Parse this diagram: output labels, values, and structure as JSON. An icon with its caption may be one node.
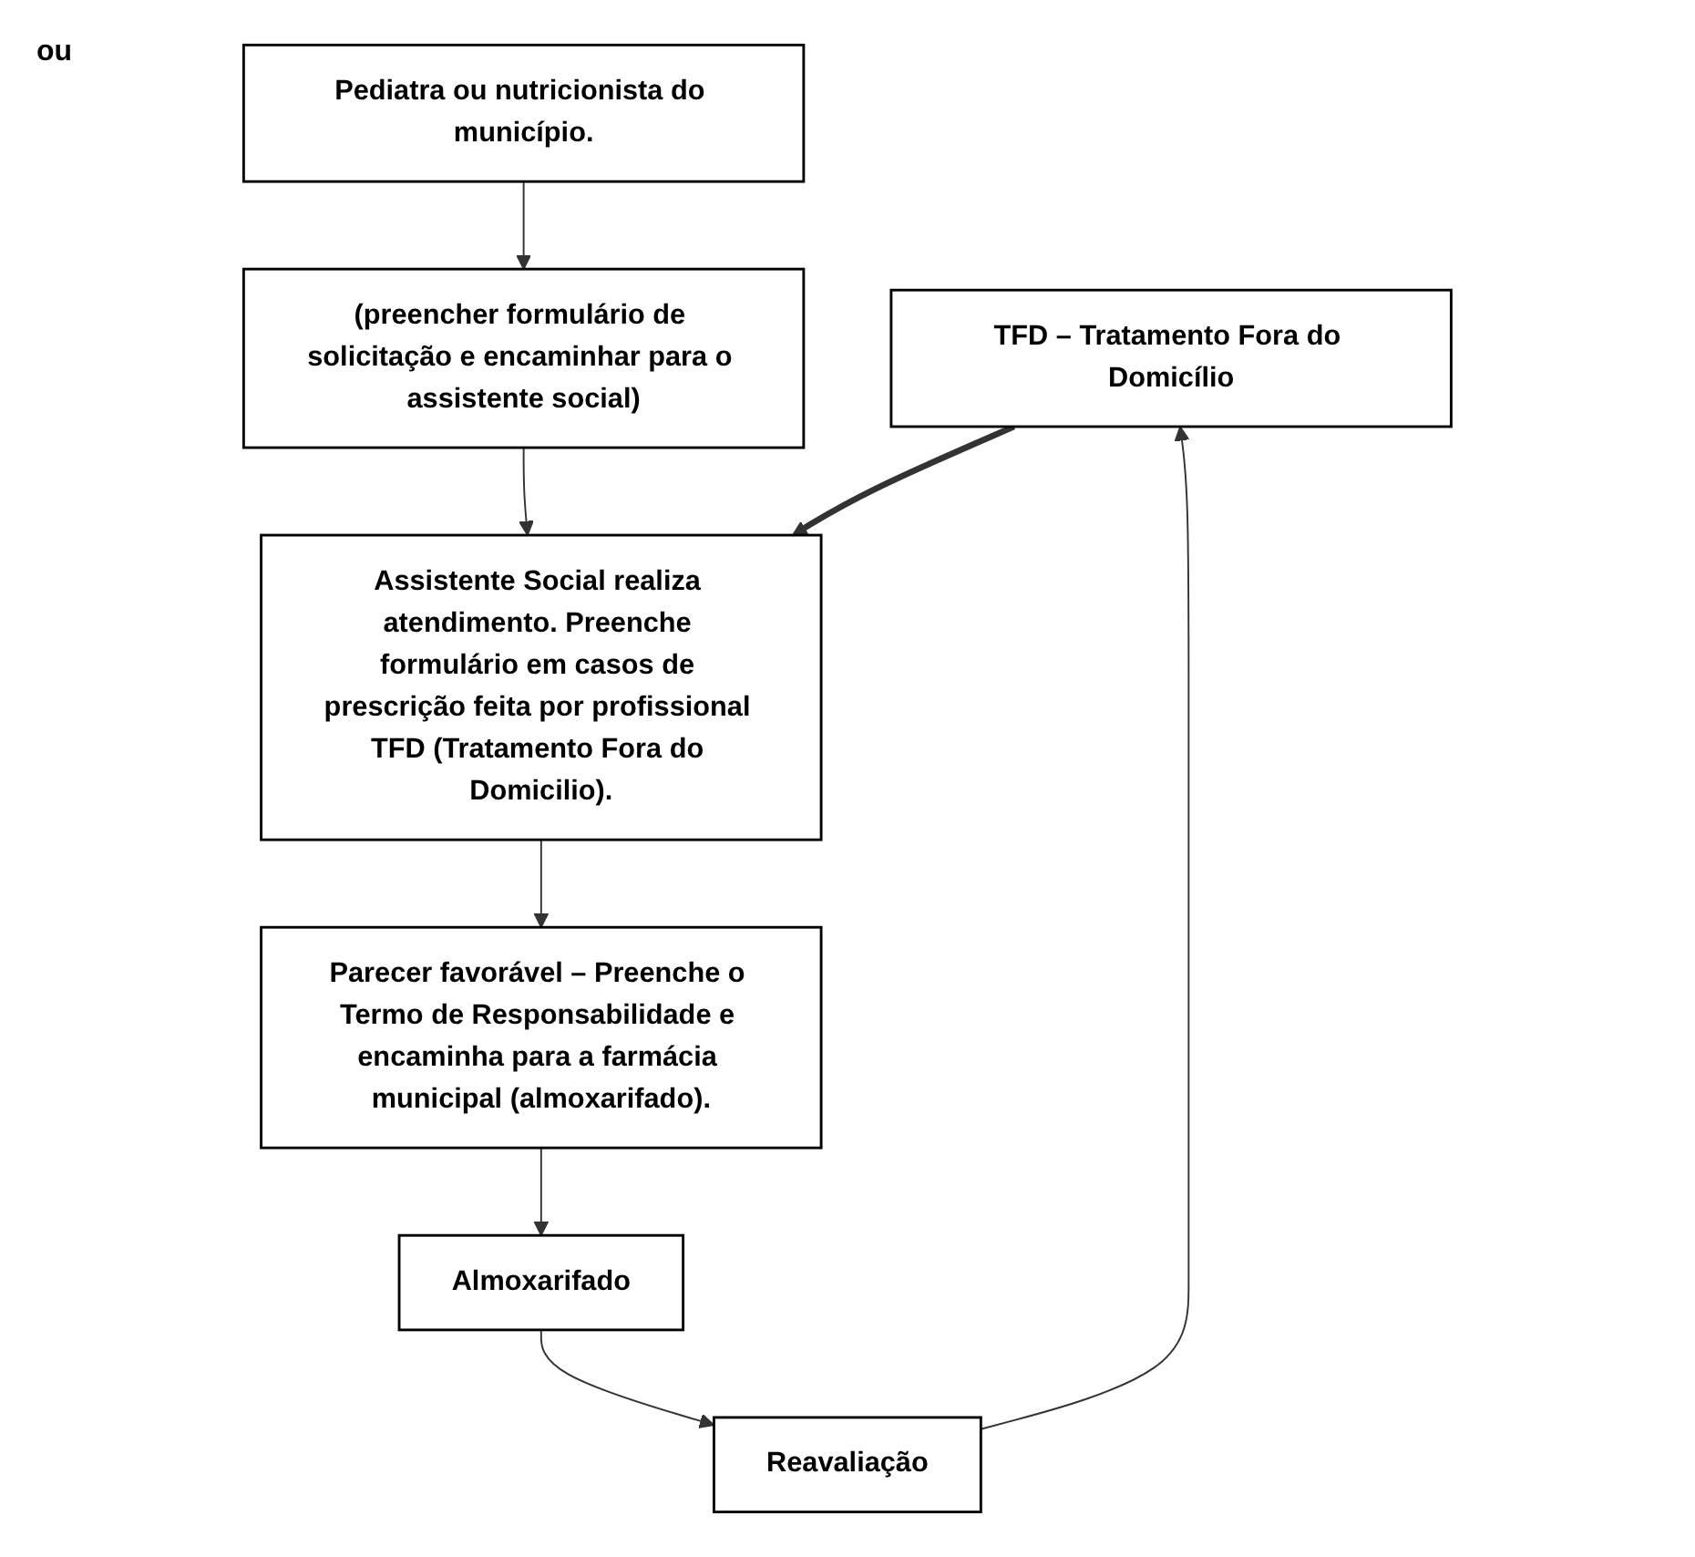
{
  "diagram": {
    "nodes": [
      {
        "text": [
          "TFD – Tratamento Fora do Domicílio"
        ]
      },
      {
        "text": [
          "Pediatra ou nutricionista do município."
        ]
      },
      {
        "text": [
          "(preencher formulário de solicitação e encaminhar para o assistente social)"
        ]
      },
      {
        "text": [
          "Assistente Social realiza atendimento. Preenche formulário em casos de prescrição feita por profissional TFD (Tratamento Fora do Domicilio)."
        ]
      },
      {
        "text": [
          "Parecer favorável – Preenche o Termo de Responsabilidade e encaminha para a farmácia municipal (almoxarifado)."
        ]
      },
      {
        "text": [
          "Reavaliação"
        ]
      },
      {
        "text": [
          "Almoxarifado"
        ]
      }
    ],
    "edges": [
      {
        "from": 1,
        "to": 2,
        "arrow": "to"
      },
      {
        "from": 2,
        "to": 3,
        "arrow": "to"
      },
      {
        "from": 0,
        "to": 3,
        "arrow": "to",
        "style": "thick"
      },
      {
        "from": 3,
        "to": 4,
        "arrow": "to"
      },
      {
        "from": 4,
        "to": 6,
        "arrow": "to"
      },
      {
        "from": 6,
        "to": 5,
        "arrow": "to"
      },
      {
        "from": 5,
        "to": 0,
        "arrow": "to"
      }
    ],
    "labels": [
      "ou"
    ]
  }
}
